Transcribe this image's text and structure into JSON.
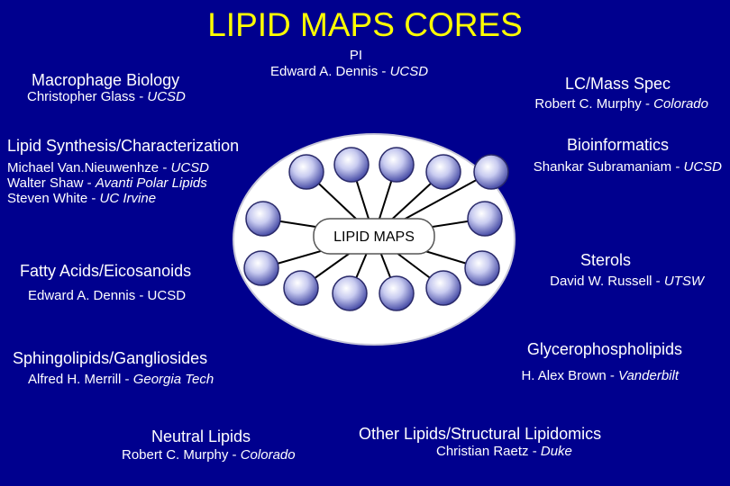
{
  "title": "LIPID MAPS CORES",
  "pi": {
    "label": "PI",
    "name": "Edward A. Dennis - ",
    "inst": "UCSD"
  },
  "center_label": "LIPID MAPS",
  "cores": [
    {
      "id": "macrophage",
      "title": "Macrophage Biology",
      "people": [
        {
          "name": "Christopher Glass - ",
          "inst": "UCSD"
        }
      ]
    },
    {
      "id": "lcms",
      "title": "LC/Mass Spec",
      "people": [
        {
          "name": "Robert C. Murphy - ",
          "inst": "Colorado"
        }
      ]
    },
    {
      "id": "synthesis",
      "title": "Lipid Synthesis/Characterization",
      "people": [
        {
          "name": "Michael Van.Nieuwenhze - ",
          "inst": "UCSD"
        },
        {
          "name": "Walter Shaw - ",
          "inst": "Avanti Polar Lipids"
        },
        {
          "name": "Steven White - ",
          "inst": "UC Irvine"
        }
      ]
    },
    {
      "id": "bioinformatics",
      "title": "Bioinformatics",
      "people": [
        {
          "name": "Shankar Subramaniam - ",
          "inst": "UCSD"
        }
      ]
    },
    {
      "id": "fatty",
      "title": "Fatty Acids/Eicosanoids",
      "people": [
        {
          "name": "Edward A. Dennis - UCSD",
          "inst": ""
        }
      ]
    },
    {
      "id": "sterols",
      "title": "Sterols",
      "people": [
        {
          "name": "David W. Russell - ",
          "inst": "UTSW"
        }
      ]
    },
    {
      "id": "sphingo",
      "title": "Sphingolipids/Gangliosides",
      "people": [
        {
          "name": "Alfred H. Merrill - ",
          "inst": "Georgia Tech"
        }
      ]
    },
    {
      "id": "glycero",
      "title": "Glycerophospholipids",
      "people": [
        {
          "name": "H. Alex Brown - ",
          "inst": "Vanderbilt"
        }
      ]
    },
    {
      "id": "neutral",
      "title": "Neutral Lipids",
      "people": [
        {
          "name": "Robert C. Murphy - ",
          "inst": "Colorado"
        }
      ]
    },
    {
      "id": "other",
      "title": "Other Lipids/Structural Lipidomics",
      "people": [
        {
          "name": "Christian Raetz - ",
          "inst": "Duke"
        }
      ]
    }
  ],
  "colors": {
    "background": "#00008e",
    "title": "#ffff00",
    "text": "#ffffff",
    "oval": "#ffffff",
    "bead": "#8a8fd0"
  }
}
